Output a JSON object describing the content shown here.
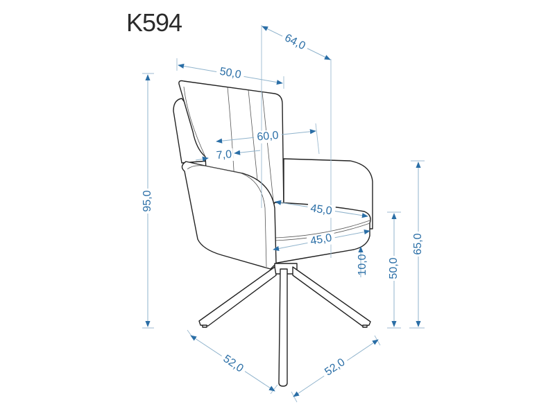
{
  "title": "K594",
  "colors": {
    "dimension": "#2a6ea6",
    "outline": "#222222"
  },
  "dimensions": {
    "total_height": "95,0",
    "backrest_width": "50,0",
    "total_depth": "64,0",
    "total_width": "60,0",
    "armrest_width": "7,0",
    "seat_depth": "45,0",
    "seat_width": "45,0",
    "seat_thickness": "10,0",
    "seat_height": "50,0",
    "armrest_height": "65,0",
    "base_depth": "52,0",
    "base_width": "52,0"
  }
}
